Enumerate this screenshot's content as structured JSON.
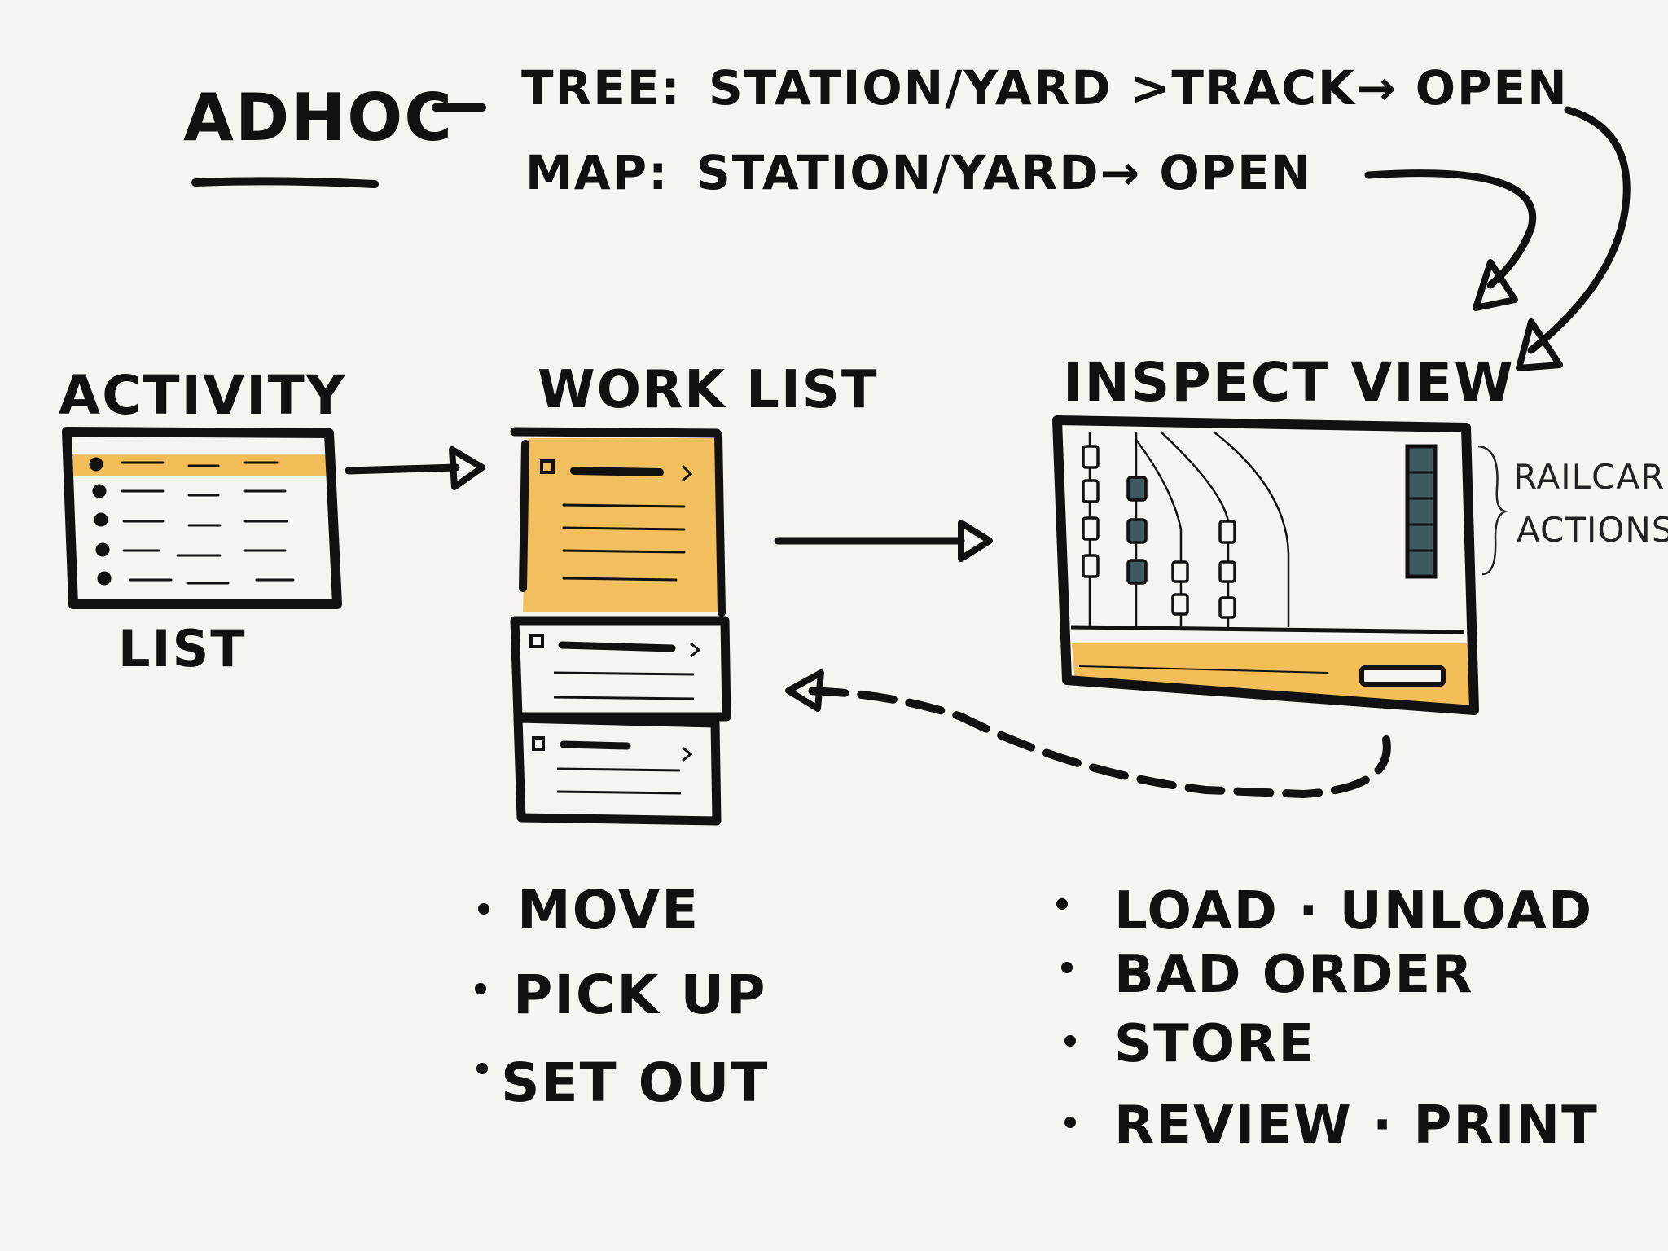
{
  "title": "ADHOC",
  "dash": "—",
  "entry_paths": {
    "tree": {
      "label": "TREE:",
      "path": "STATION/YARD >TRACK→ OPEN"
    },
    "map": {
      "label": "MAP:",
      "path": "STATION/YARD→ OPEN"
    }
  },
  "screens": {
    "activity": {
      "title": "ACTIVITY",
      "subtitle": "LIST"
    },
    "work_list": {
      "title": "WORK LIST"
    },
    "inspect_view": {
      "title": "INSPECT VIEW",
      "annotation_line1": "RAILCAR",
      "annotation_line2": "ACTIONS"
    }
  },
  "work_list_actions": [
    "MOVE",
    "PICK UP",
    "SET OUT"
  ],
  "inspect_actions": [
    "LOAD · UNLOAD",
    "BAD ORDER",
    "STORE",
    "REVIEW · PRINT"
  ],
  "colors": {
    "ink": "#111111",
    "highlight": "#f2b33d",
    "railcar_selected": "#3f5a5f",
    "paper": "#f5f4f0"
  }
}
